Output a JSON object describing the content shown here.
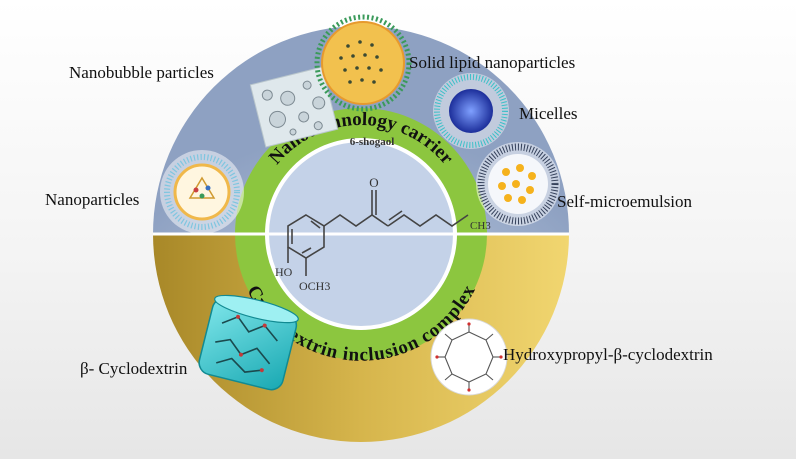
{
  "center": {
    "compound_name": "6-shogaol",
    "atom_o": "O",
    "atom_ch3": "CH3",
    "atom_ho": "HO",
    "atom_och3": "OCH3"
  },
  "ring": {
    "top_arc": "Nanotechnology carrier",
    "bottom_arc": "Cyclodextrin inclusion complex"
  },
  "carriers": {
    "nanobubble": "Nanobubble particles",
    "solid_lipid": "Solid lipid nanoparticles",
    "micelles": "Micelles",
    "nanoparticles": "Nanoparticles",
    "self_microemulsion": "Self-microemulsion"
  },
  "cyclodextrins": {
    "beta": "β- Cyclodextrin",
    "hydroxypropyl": "Hydroxypropyl-β-cyclodextrin"
  },
  "colors": {
    "upper_half": "#9fb1cc",
    "lower_half": "#c9a640",
    "green_ring": "#8cc63f",
    "center_fill": "#c4d2e8"
  }
}
